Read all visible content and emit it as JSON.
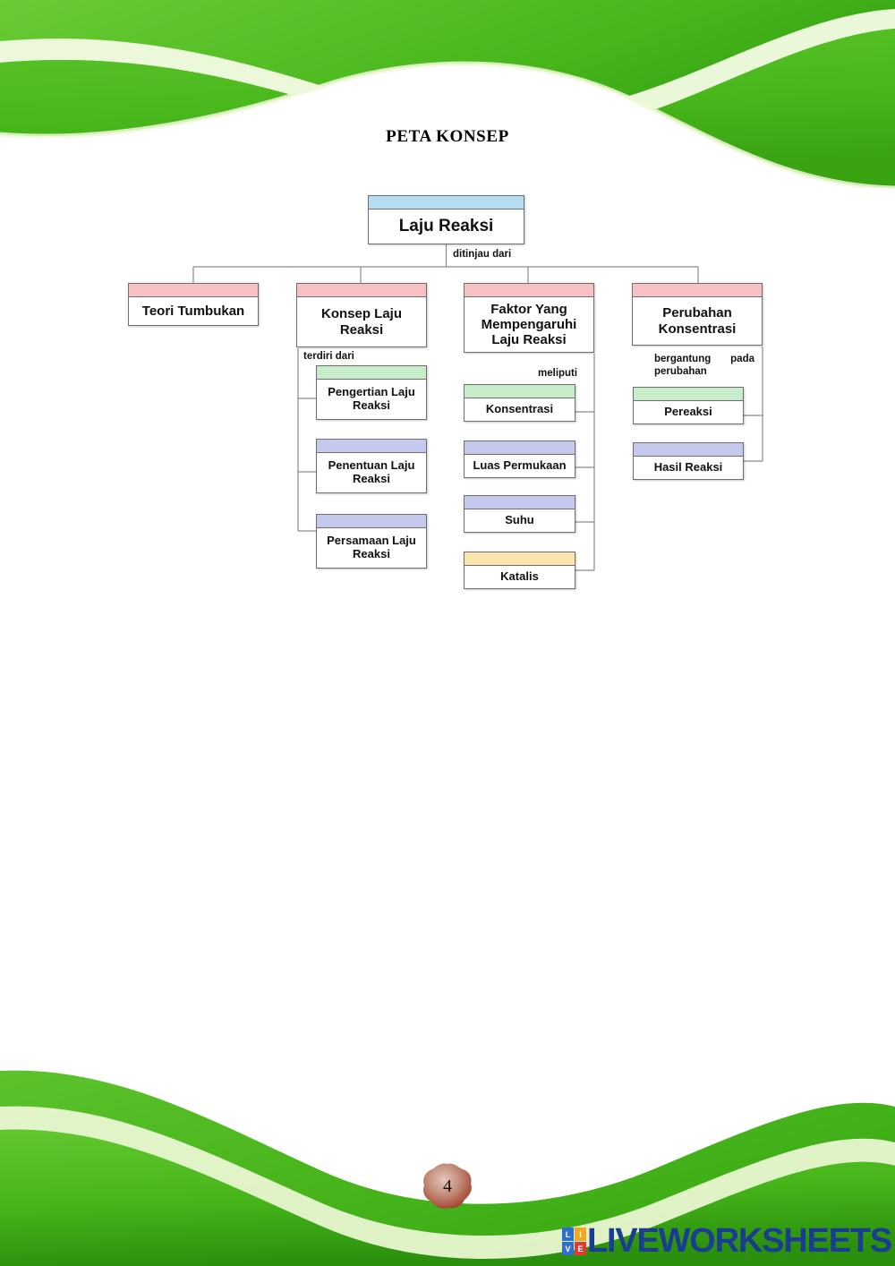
{
  "document": {
    "title": "PETA KONSEP",
    "page_number": "4"
  },
  "theme": {
    "banner_green": "#4cb820",
    "banner_green_dark": "#2e8b13",
    "banner_highlight": "#eaf7c9",
    "border": "#6e6e6e",
    "head_blue": "#b6dcf2",
    "head_pink": "#f7c0c3",
    "head_green": "#c6ecca",
    "head_violet": "#c5c9ee",
    "head_cream": "#fbe6b0",
    "brand_blue": "#1b3d8f"
  },
  "concept_map": {
    "root": {
      "label": "Laju Reaksi",
      "head_color": "head_blue"
    },
    "root_edge_label": "ditinjau dari",
    "branches": [
      {
        "label": "Teori Tumbukan",
        "head_color": "head_pink",
        "edge_label": "",
        "children": []
      },
      {
        "label": "Konsep Laju Reaksi",
        "head_color": "head_pink",
        "edge_label": "terdiri dari",
        "children": [
          {
            "label": "Pengertian Laju Reaksi",
            "head_color": "head_green"
          },
          {
            "label": "Penentuan Laju Reaksi",
            "head_color": "head_violet"
          },
          {
            "label": "Persamaan Laju Reaksi",
            "head_color": "head_violet"
          }
        ]
      },
      {
        "label": "Faktor Yang Mempengaruhi Laju Reaksi",
        "head_color": "head_pink",
        "edge_label": "meliputi",
        "children": [
          {
            "label": "Konsentrasi",
            "head_color": "head_green"
          },
          {
            "label": "Luas Permukaan",
            "head_color": "head_violet"
          },
          {
            "label": "Suhu",
            "head_color": "head_violet"
          },
          {
            "label": "Katalis",
            "head_color": "head_cream"
          }
        ]
      },
      {
        "label": "Perubahan Konsentrasi",
        "head_color": "head_pink",
        "edge_label": "bergantung pada perubahan",
        "children": [
          {
            "label": "Pereaksi",
            "head_color": "head_green"
          },
          {
            "label": "Hasil Reaksi",
            "head_color": "head_violet"
          }
        ]
      }
    ]
  },
  "branding": {
    "mark_letters": [
      "L",
      "I",
      "V",
      "E"
    ],
    "mark_colors": [
      "#2f6fd0",
      "#f0a81e",
      "#2f6fd0",
      "#e03b32"
    ],
    "wordmark": "LIVEWORKSHEETS"
  }
}
